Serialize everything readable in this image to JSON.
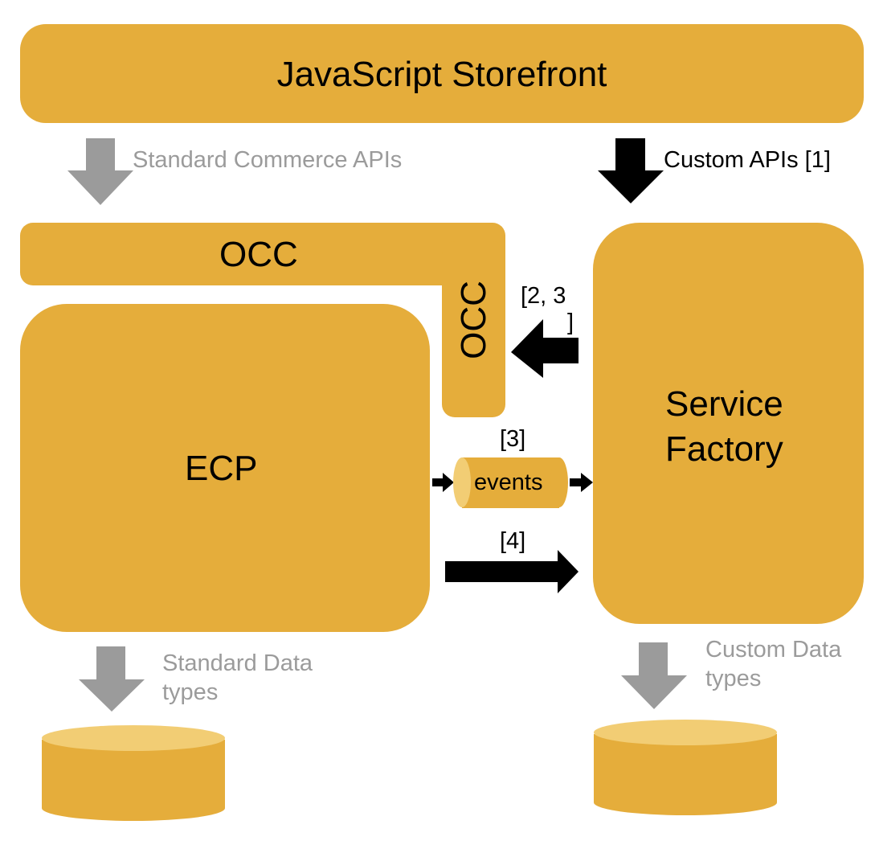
{
  "colors": {
    "box_fill": "#E5AD3B",
    "db_top": "#F2CD74",
    "arrow_grey": "#9B9B9B",
    "arrow_black": "#000000",
    "text_grey": "#9B9B9B"
  },
  "storefront": {
    "label": "JavaScript Storefront"
  },
  "arrows": {
    "standard_apis": {
      "label": "Standard Commerce APIs"
    },
    "custom_apis": {
      "label": "Custom APIs [1]"
    },
    "occ_call": {
      "label_line1": "[2, 3",
      "label_line2": "]"
    },
    "events_label": "[3]",
    "direct_call": {
      "label": "[4]"
    },
    "standard_data": {
      "label_line1": "Standard Data",
      "label_line2": "types"
    },
    "custom_data": {
      "label_line1": "Custom Data",
      "label_line2": "types"
    }
  },
  "occ": {
    "horizontal_label": "OCC",
    "vertical_label": "OCC"
  },
  "ecp": {
    "label": "ECP"
  },
  "service_factory": {
    "label_line1": "Service",
    "label_line2": "Factory"
  },
  "events_queue": {
    "label": "events"
  }
}
